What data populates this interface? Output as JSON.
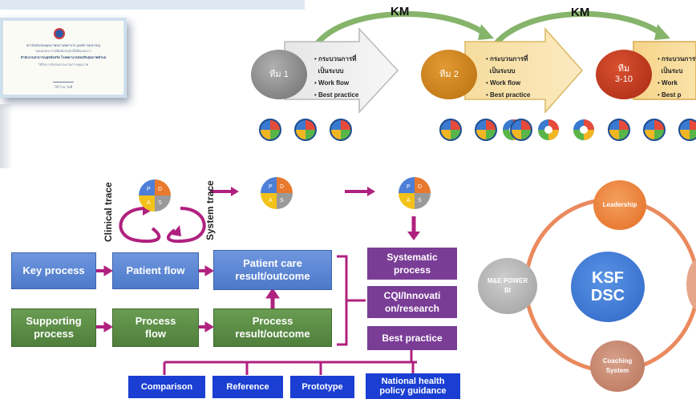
{
  "certificate": {
    "line1": "สถาบันรับรองคุณภาพสถานพยาบาล (องค์การมหาชน)",
    "line2": "ขอมอบประกาศนียบัตรฉบับนี้เพื่อแสดงว่า",
    "line3": "สำนักงานสาธารณสุขจังหวัด โรงพยาบาลส่งเสริมสุขภาพตำบล",
    "line4": "ได้รับการรับรองกระบวนการคุณภาพ",
    "line5": "ให้ไว้ ณ วันที่"
  },
  "km_flow": {
    "km_label_1": "KM",
    "km_label_2": "KM",
    "teams": [
      {
        "label": "ทีม 1",
        "color": "#8a8a8a"
      },
      {
        "label": "ทีม 2",
        "color": "#c47a14"
      },
      {
        "label": "ทีม",
        "sub": "3-10",
        "color": "#b8311a"
      }
    ],
    "bullets": [
      "กระบวนการที่",
      "เป็นระบบ",
      "Work flow",
      "Best practice"
    ],
    "bullets_cut": [
      "กระบวนการที่",
      "เป็นระบ",
      "Work",
      "Best p"
    ]
  },
  "pdsa": {
    "p": "P",
    "d": "D",
    "s": "S",
    "a": "A"
  },
  "traces": {
    "clinical": "Clinical trace",
    "system": "System trace"
  },
  "flow": {
    "key_process": "Key process",
    "patient_flow": "Patient flow",
    "patient_care_result": "Patient care result/outcome",
    "supporting_process": "Supporting process",
    "process_flow": "Process flow",
    "process_result": "Process result/outcome"
  },
  "outcomes": {
    "systematic_process": "Systematic process",
    "cqi": "CQI/Innovati on/research",
    "best_practice": "Best practice"
  },
  "bottom_nav": {
    "comparison": "Comparison",
    "reference": "Reference",
    "prototype": "Prototype",
    "national": "National health policy guidance"
  },
  "ksf": {
    "center": "KSF DSC",
    "leadership": "Leadership",
    "me_powerbi": "M&E POWER BI",
    "coaching": "Coaching System"
  },
  "colors": {
    "blue": "#4d79c9",
    "green": "#4f7f3c",
    "purple": "#7a3d96",
    "magenta": "#b0217f",
    "nav_blue": "#1b3fd2",
    "ksf_blue": "#3d7ad6",
    "ring_orange": "#ee7b32"
  }
}
